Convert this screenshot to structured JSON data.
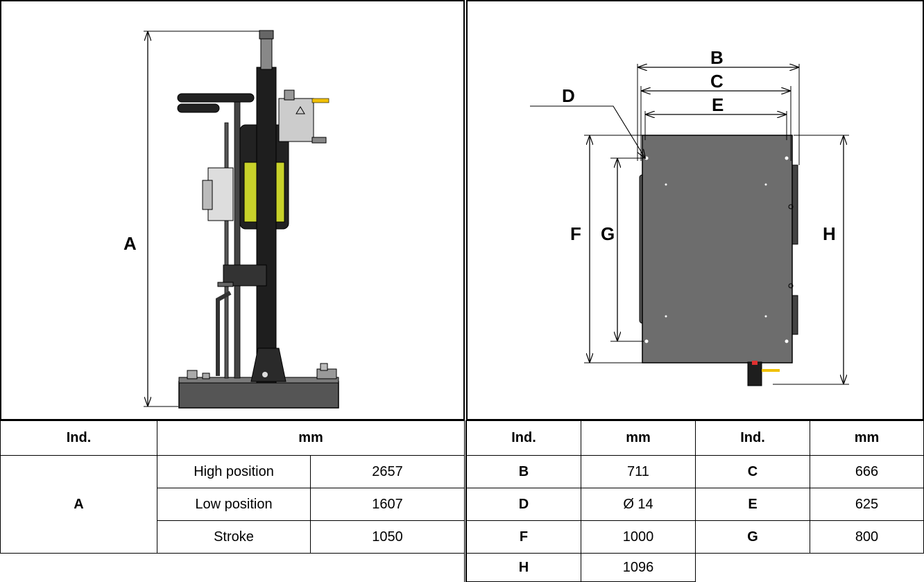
{
  "left_drawing": {
    "dim_label": "A"
  },
  "right_drawing": {
    "dim_labels": {
      "b": "B",
      "c": "C",
      "d": "D",
      "e": "E",
      "f": "F",
      "g": "G",
      "h": "H"
    }
  },
  "left_table": {
    "header": {
      "ind": "Ind.",
      "mm": "mm"
    },
    "group_label": "A",
    "rows": [
      {
        "label": "High position",
        "value": "2657"
      },
      {
        "label": "Low position",
        "value": "1607"
      },
      {
        "label": "Stroke",
        "value": "1050"
      }
    ]
  },
  "right_table": {
    "header": {
      "ind1": "Ind.",
      "mm1": "mm",
      "ind2": "Ind.",
      "mm2": "mm"
    },
    "rows": [
      {
        "ind1": "B",
        "mm1": "711",
        "ind2": "C",
        "mm2": "666"
      },
      {
        "ind1": "D",
        "mm1": "Ø 14",
        "ind2": "E",
        "mm2": "625"
      },
      {
        "ind1": "F",
        "mm1": "1000",
        "ind2": "G",
        "mm2": "800"
      },
      {
        "ind1": "H",
        "mm1": "1096"
      }
    ]
  },
  "colors": {
    "plate": "#6d6d6d",
    "base": "#4a4a4a",
    "column": "#222222",
    "yellow": "#c8d22a",
    "accent": "#f0c000"
  }
}
